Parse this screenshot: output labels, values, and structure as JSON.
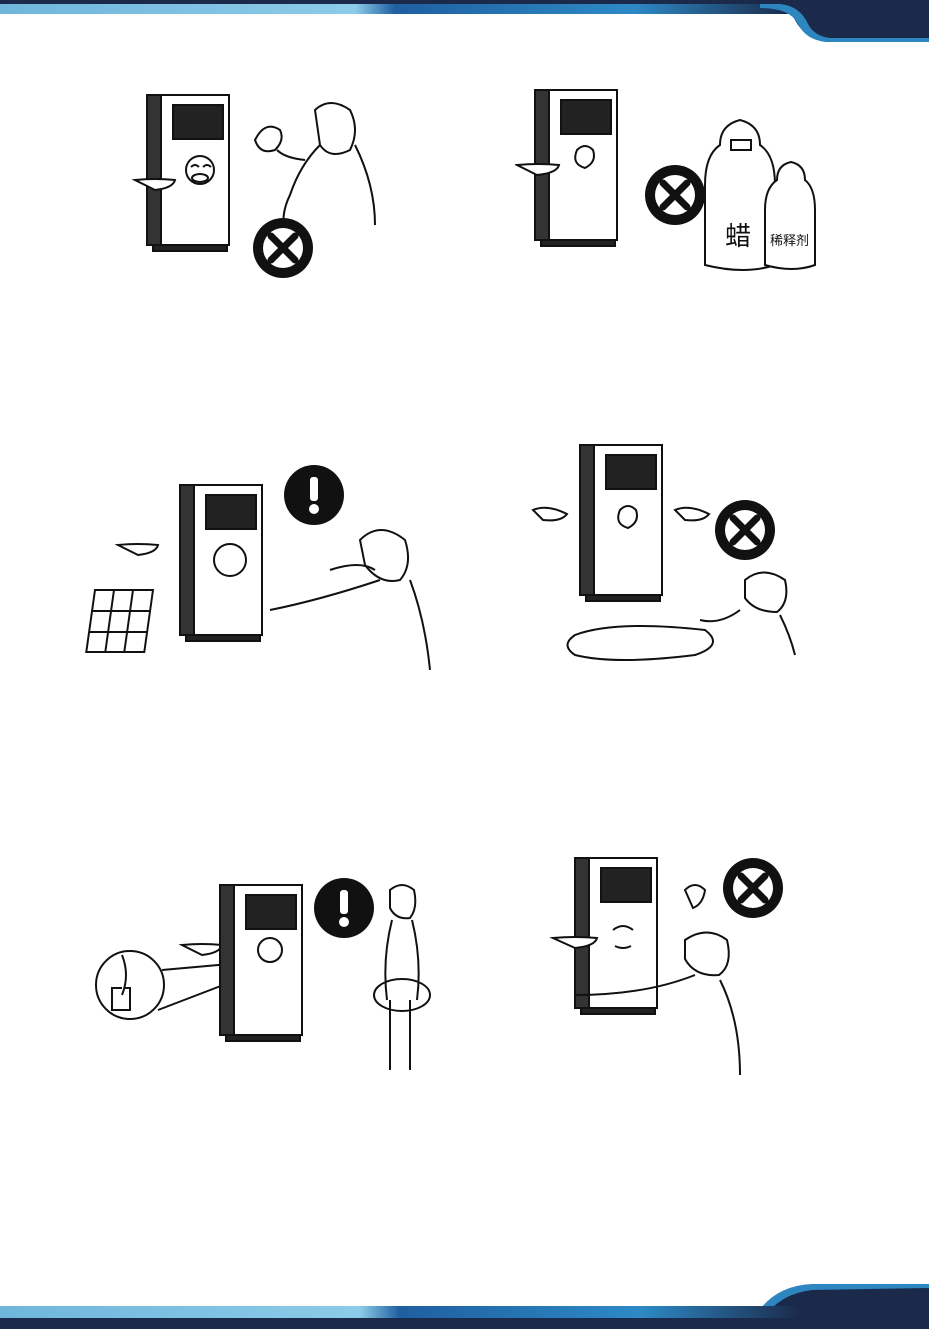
{
  "page": {
    "background": "#ffffff",
    "header_band_colors": [
      "#1b2a4a",
      "#2e86c1",
      "#7ec8e8"
    ],
    "footer_band_colors": [
      "#1b2a4a",
      "#2e86c1",
      "#7ec8e8"
    ]
  },
  "illustrations": [
    {
      "id": "no-spray-water",
      "symbol": "prohibited-icon",
      "labels": []
    },
    {
      "id": "no-chemicals",
      "symbol": "prohibited-icon",
      "labels": [
        "蜡",
        "稀释剂"
      ]
    },
    {
      "id": "clean-filter",
      "symbol": "warning-icon",
      "labels": []
    },
    {
      "id": "no-spill-water",
      "symbol": "prohibited-icon",
      "labels": []
    },
    {
      "id": "unplug-when-away",
      "symbol": "warning-icon",
      "labels": []
    },
    {
      "id": "no-tipping",
      "symbol": "prohibited-icon",
      "labels": []
    }
  ]
}
